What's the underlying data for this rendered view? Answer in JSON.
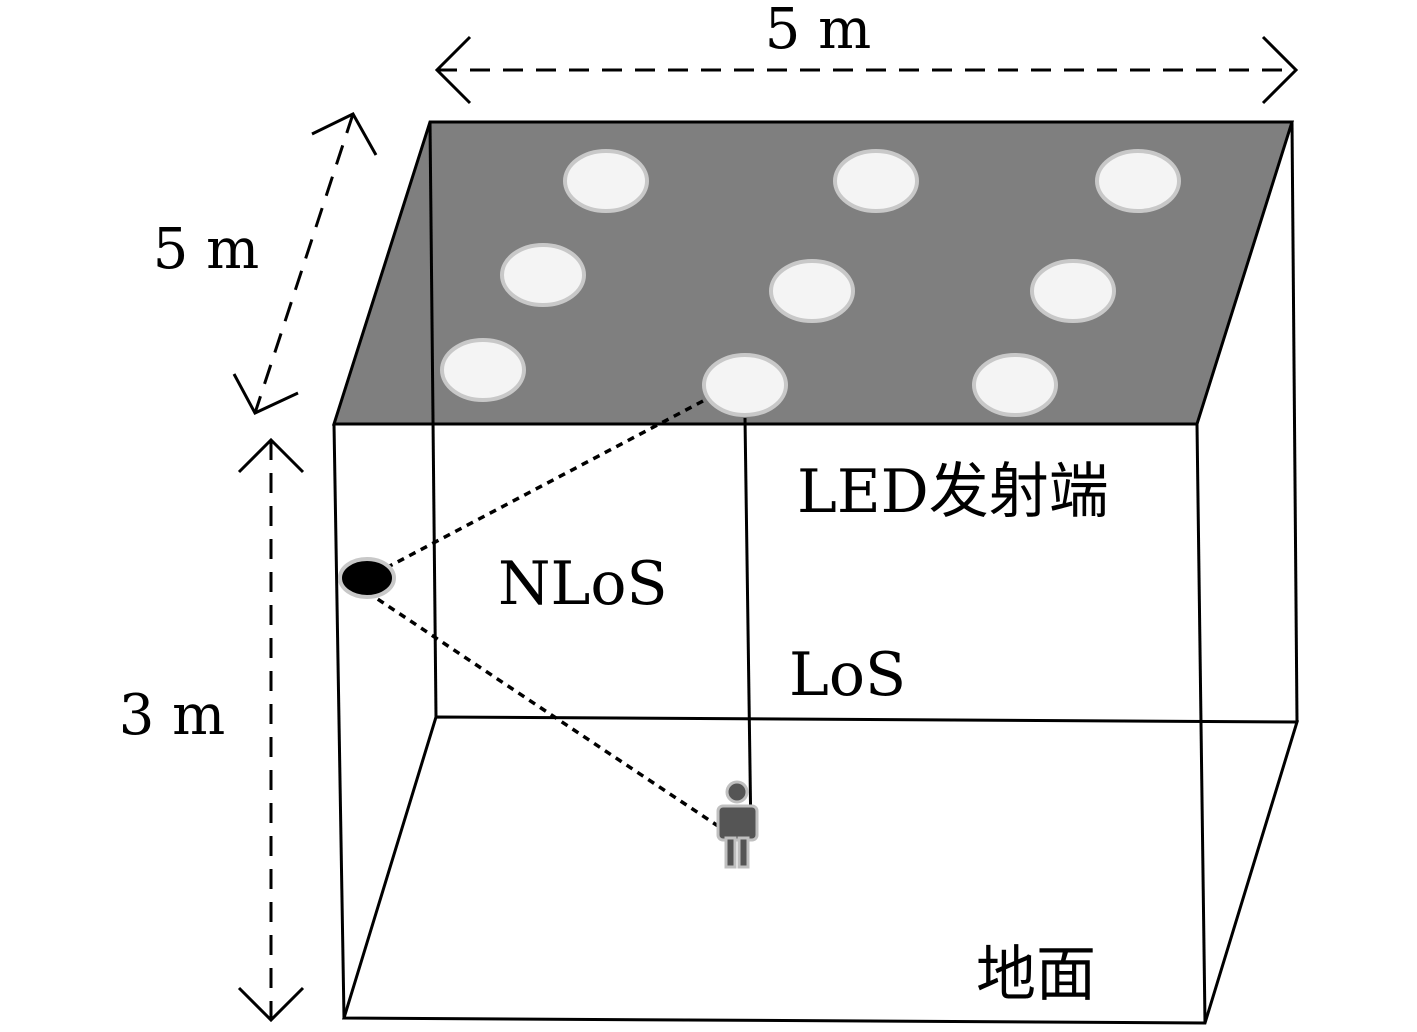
{
  "dimensions": {
    "width_label": "5 m",
    "depth_label": "5 m",
    "height_label": "3 m"
  },
  "labels": {
    "led_transmitter": "LED发射端",
    "nlos": "NLoS",
    "los": "LoS",
    "floor": "地面"
  },
  "leds": {
    "count": 9,
    "rows": 3,
    "columns": 3
  },
  "colors": {
    "ceiling": "#7f7f7f",
    "led_fill": "#f4f4f4",
    "led_stroke": "#c8c8c8",
    "person": "#555555",
    "reflector": "#000000",
    "lines": "#000000"
  },
  "icons": {
    "person": "person-icon",
    "reflection_point": "reflection-point-icon"
  }
}
